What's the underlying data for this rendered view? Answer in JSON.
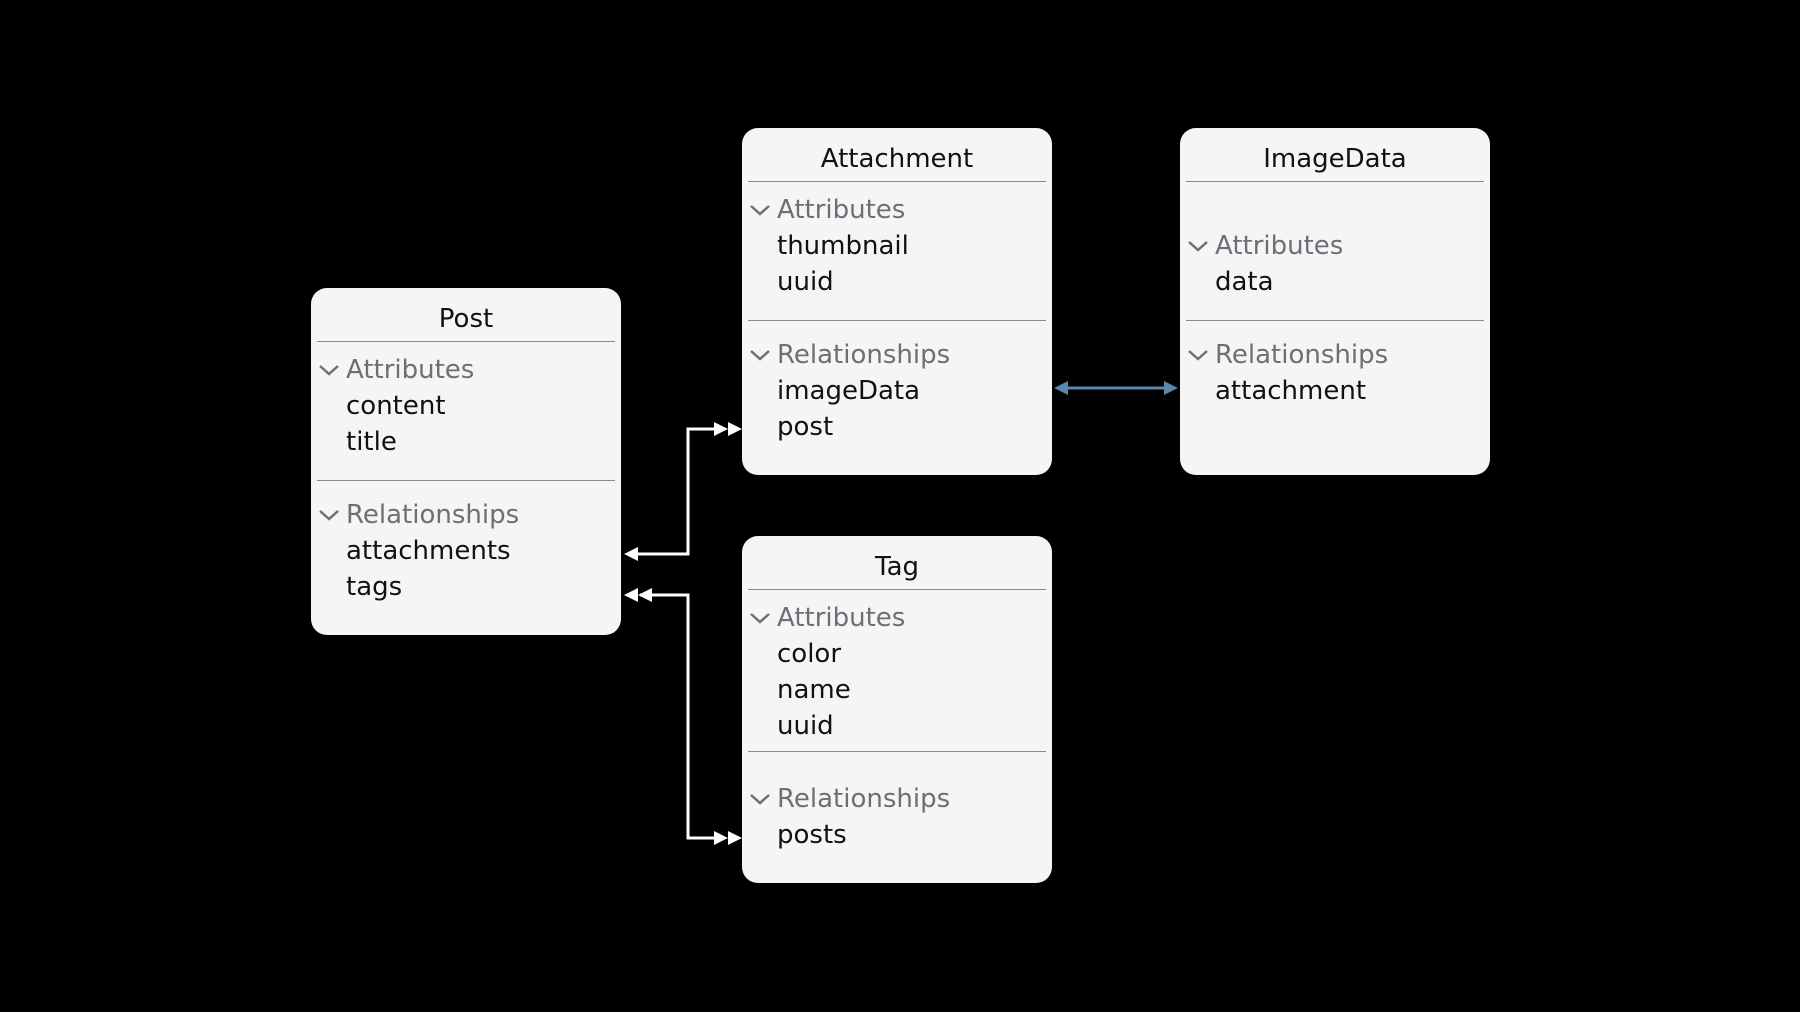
{
  "colors": {
    "background": "#000000",
    "card": "#f4f5f7",
    "link": "#ffffff",
    "inverse_link": "#5b86ad",
    "section_label": "#6f6f73"
  },
  "entities": {
    "post": {
      "title": "Post",
      "attributes_label": "Attributes",
      "attributes": [
        "content",
        "title"
      ],
      "relationships_label": "Relationships",
      "relationships": [
        "attachments",
        "tags"
      ]
    },
    "attachment": {
      "title": "Attachment",
      "attributes_label": "Attributes",
      "attributes": [
        "thumbnail",
        "uuid"
      ],
      "relationships_label": "Relationships",
      "relationships": [
        "imageData",
        "post"
      ]
    },
    "imagedata": {
      "title": "ImageData",
      "attributes_label": "Attributes",
      "attributes": [
        "data"
      ],
      "relationships_label": "Relationships",
      "relationships": [
        "attachment"
      ]
    },
    "tag": {
      "title": "Tag",
      "attributes_label": "Attributes",
      "attributes": [
        "color",
        "name",
        "uuid"
      ],
      "relationships_label": "Relationships",
      "relationships": [
        "posts"
      ]
    }
  },
  "relationships": [
    {
      "from": "Post.attachments",
      "to": "Attachment",
      "cardinality": "one-to-many"
    },
    {
      "from": "Post.tags",
      "to": "Tag.posts",
      "cardinality": "many-to-many"
    },
    {
      "from": "Attachment.imageData",
      "to": "ImageData.attachment",
      "cardinality": "one-to-one"
    }
  ]
}
